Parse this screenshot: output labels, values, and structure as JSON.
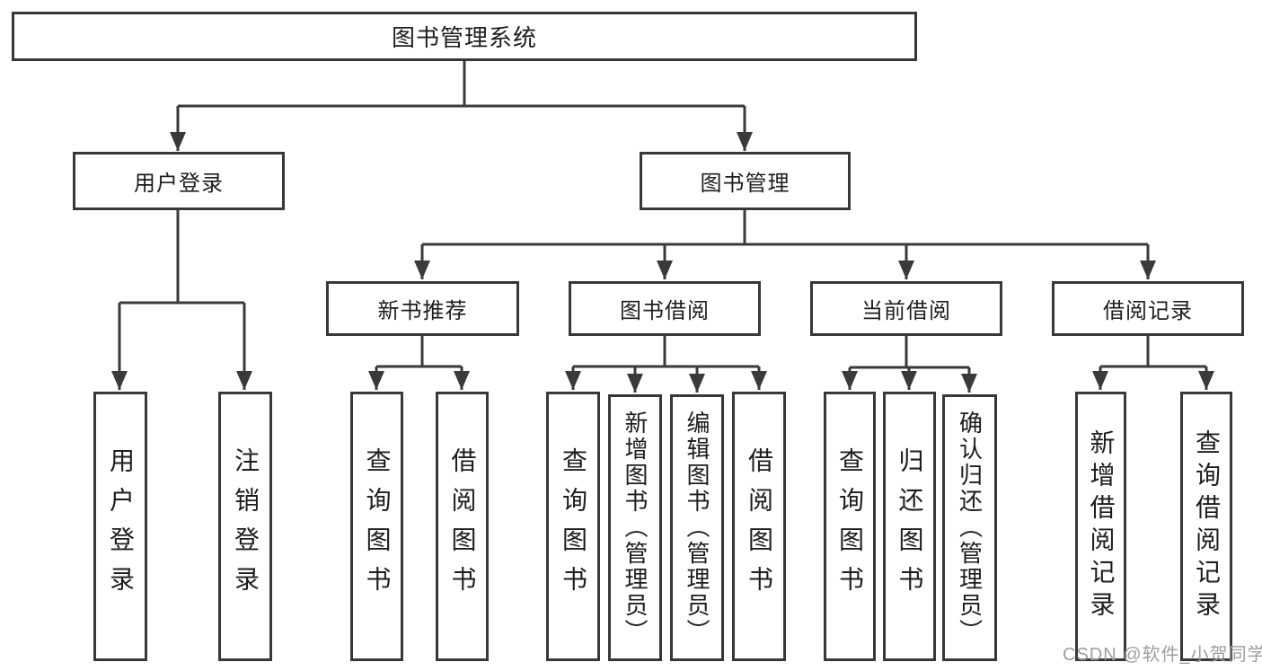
{
  "diagram": {
    "type": "tree",
    "nodes": {
      "root": "图书管理系统",
      "user_login": "用户登录",
      "book_mgmt": "图书管理",
      "ul_login": "用户登录",
      "ul_logout": "注销登录",
      "new_books": "新书推荐",
      "borrow": "图书借阅",
      "current": "当前借阅",
      "records": "借阅记录",
      "nb_query": "查询图书",
      "nb_borrow": "借阅图书",
      "bw_query": "查询图书",
      "bw_add": "新增图书（管理员）",
      "bw_edit": "编辑图书（管理员）",
      "bw_borrow": "借阅图书",
      "cu_query": "查询图书",
      "cu_return": "归还图书",
      "cu_confirm": "确认归还（管理员）",
      "rc_add": "新增借阅记录",
      "rc_query": "查询借阅记录"
    },
    "edges": [
      [
        "root",
        "user_login"
      ],
      [
        "root",
        "book_mgmt"
      ],
      [
        "user_login",
        "ul_login"
      ],
      [
        "user_login",
        "ul_logout"
      ],
      [
        "book_mgmt",
        "new_books"
      ],
      [
        "book_mgmt",
        "borrow"
      ],
      [
        "book_mgmt",
        "current"
      ],
      [
        "book_mgmt",
        "records"
      ],
      [
        "new_books",
        "nb_query"
      ],
      [
        "new_books",
        "nb_borrow"
      ],
      [
        "borrow",
        "bw_query"
      ],
      [
        "borrow",
        "bw_add"
      ],
      [
        "borrow",
        "bw_edit"
      ],
      [
        "borrow",
        "bw_borrow"
      ],
      [
        "current",
        "cu_query"
      ],
      [
        "current",
        "cu_return"
      ],
      [
        "current",
        "cu_confirm"
      ],
      [
        "records",
        "rc_add"
      ],
      [
        "records",
        "rc_query"
      ]
    ],
    "colors": {
      "background": "#ffffff",
      "line": "#3a3a3a",
      "box_border": "#383838",
      "text": "#1d1d1d",
      "watermark": "#9e9e9e"
    }
  },
  "watermark": "CSDN @软件_小贺同学"
}
